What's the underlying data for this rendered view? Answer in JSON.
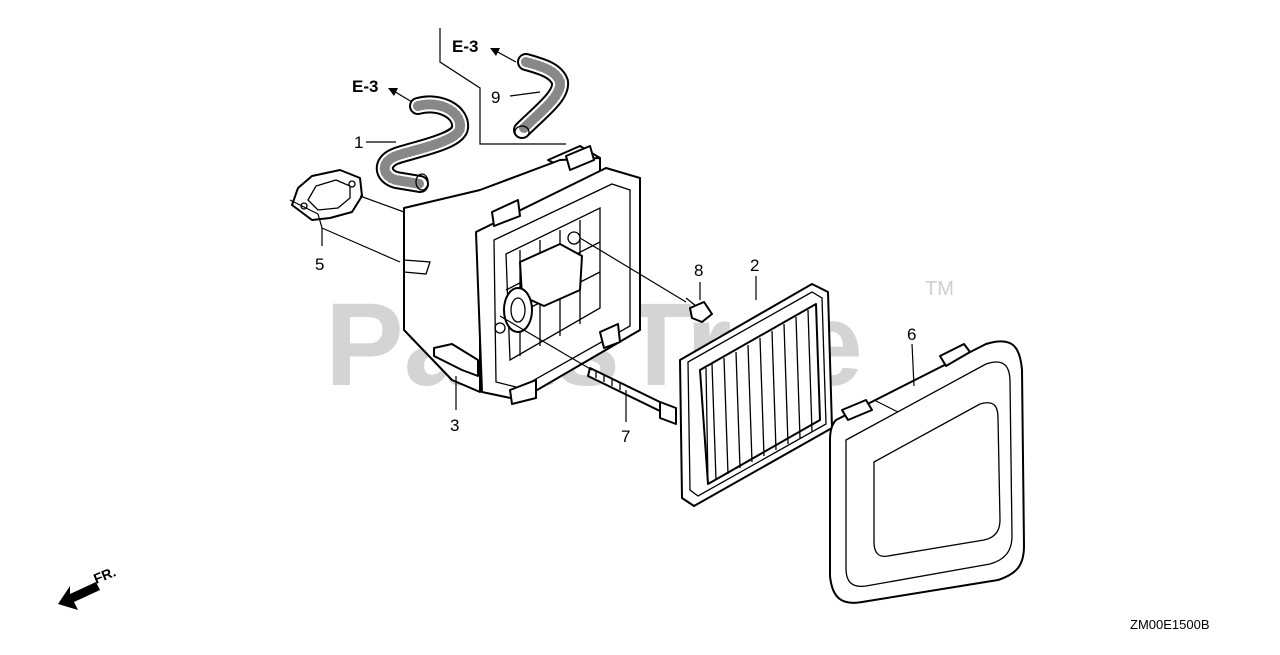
{
  "watermark": {
    "text": "PartsTree",
    "trademark": "TM"
  },
  "references": [
    {
      "id": "ref-e3-top",
      "text": "E-3"
    },
    {
      "id": "ref-e3-left",
      "text": "E-3"
    }
  ],
  "callouts": [
    {
      "id": "callout-1",
      "text": "1"
    },
    {
      "id": "callout-2",
      "text": "2"
    },
    {
      "id": "callout-3",
      "text": "3"
    },
    {
      "id": "callout-5",
      "text": "5"
    },
    {
      "id": "callout-6",
      "text": "6"
    },
    {
      "id": "callout-7",
      "text": "7"
    },
    {
      "id": "callout-8",
      "text": "8"
    },
    {
      "id": "callout-9",
      "text": "9"
    }
  ],
  "direction": {
    "text": "FR."
  },
  "diagram_code": "ZM00E1500B"
}
